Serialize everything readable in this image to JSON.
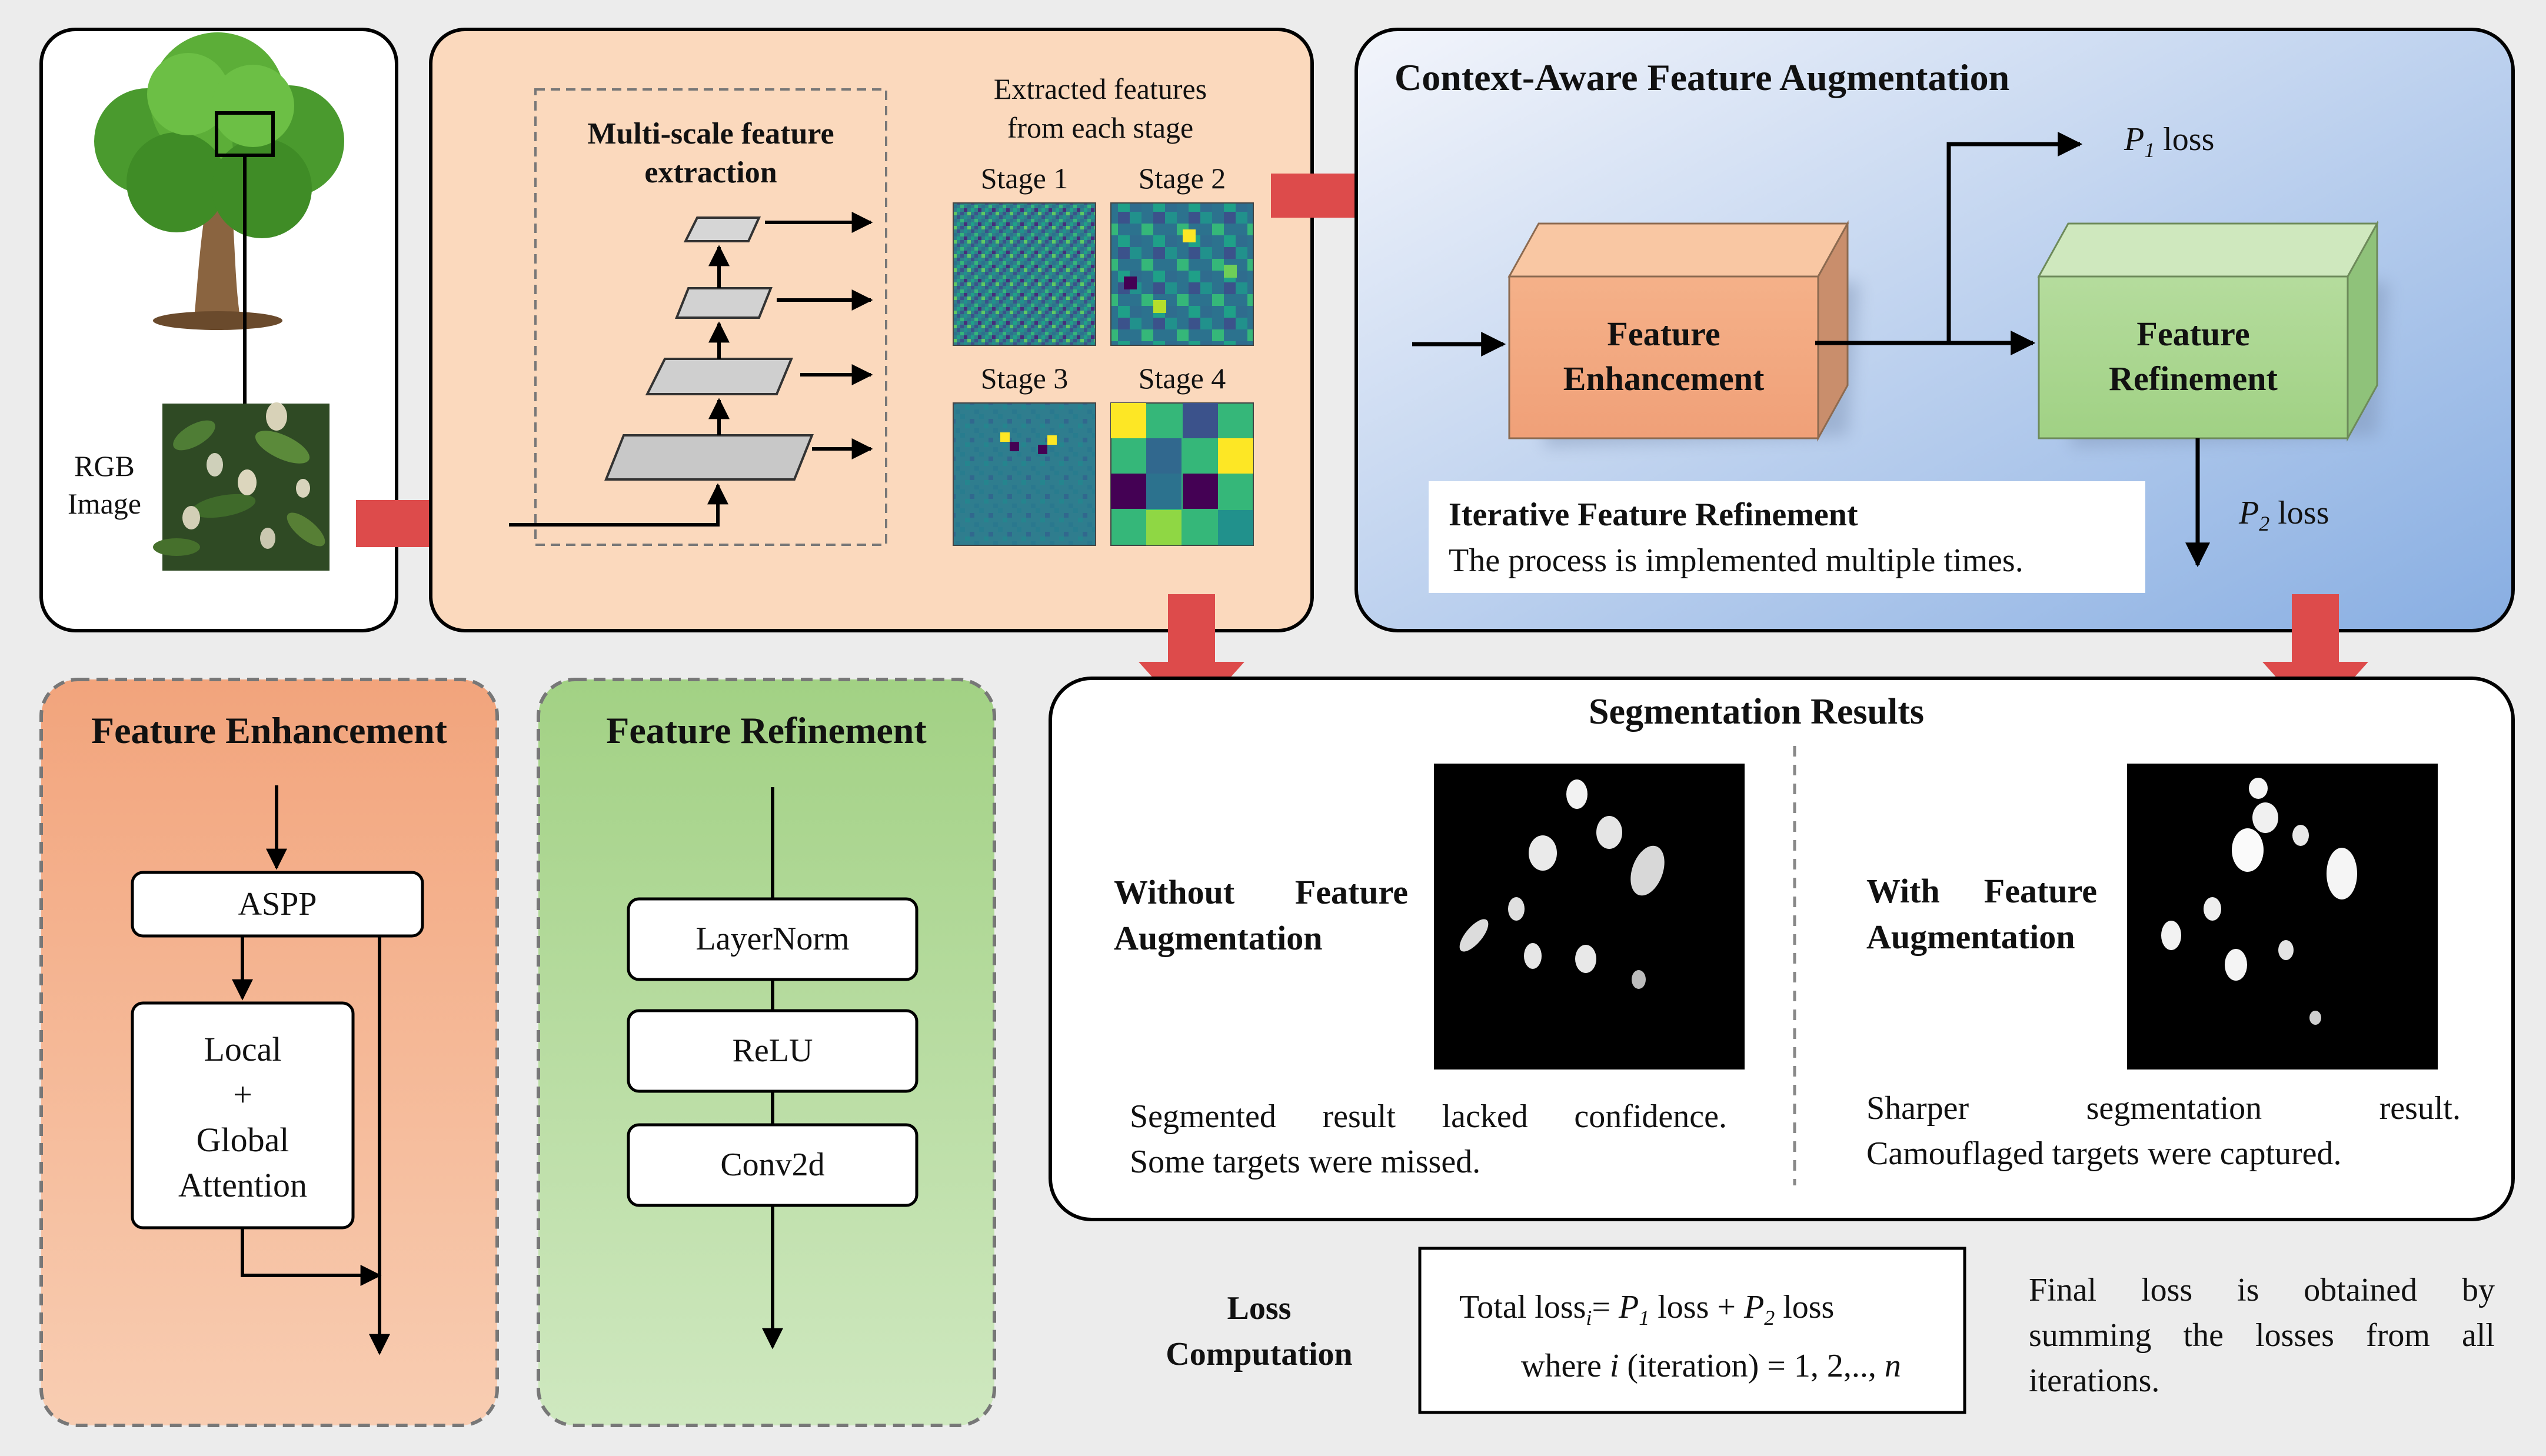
{
  "input": {
    "label_line1": "RGB",
    "label_line2": "Image"
  },
  "extraction": {
    "title_line1": "Multi-scale feature",
    "title_line2": "extraction",
    "features_line1": "Extracted features",
    "features_line2": "from each stage",
    "stages": [
      "Stage 1",
      "Stage 2",
      "Stage 3",
      "Stage 4"
    ]
  },
  "cafa": {
    "title": "Context-Aware Feature Augmentation",
    "enhancement_line1": "Feature",
    "enhancement_line2": "Enhancement",
    "refinement_line1": "Feature",
    "refinement_line2": "Refinement",
    "p1": "P",
    "p1_sub": "1",
    "p1_loss": " loss",
    "p2": "P",
    "p2_sub": "2",
    "p2_loss": " loss",
    "iter_title": "Iterative Feature Refinement",
    "iter_desc": "The process is implemented multiple times."
  },
  "enhancement_panel": {
    "title": "Feature Enhancement",
    "aspp": "ASPP",
    "attention_lines": [
      "Local",
      "+",
      "Global",
      "Attention"
    ]
  },
  "refinement_panel": {
    "title": "Feature Refinement",
    "layers": [
      "LayerNorm",
      "ReLU",
      "Conv2d"
    ]
  },
  "results": {
    "title": "Segmentation Results",
    "without_line1": "Without Feature",
    "without_line2": "Augmentation",
    "without_desc1": "Segmented result lacked confidence.",
    "without_desc2": "Some targets were missed.",
    "with_line1": "With Feature",
    "with_line2": "Augmentation",
    "with_desc1": "Sharper segmentation result.",
    "with_desc2": "Camouflaged targets were captured."
  },
  "loss": {
    "label_line1": "Loss",
    "label_line2": "Computation",
    "total_prefix": "Total loss",
    "total_sub": "i",
    "eq": "= ",
    "p1": "P",
    "p1_sub": "1",
    "plus_part": " loss + ",
    "p2": "P",
    "p2_sub": "2",
    "end_part": " loss",
    "where_prefix": "where ",
    "where_i": "i",
    "where_mid": " (iteration) = 1, 2,.., ",
    "where_n": "n",
    "final_line1": "Final loss is obtained by",
    "final_line2": "summing the losses from all",
    "final_line3": "iterations."
  },
  "colors": {
    "extraction_bg": "#fbd9bd",
    "cafa_top": "#f0f3fa",
    "cafa_bottom": "#8eb0e0",
    "enhancement_orange": "#f4a983",
    "refinement_green": "#a8d591",
    "arrow_red": "#dd4b4b"
  }
}
